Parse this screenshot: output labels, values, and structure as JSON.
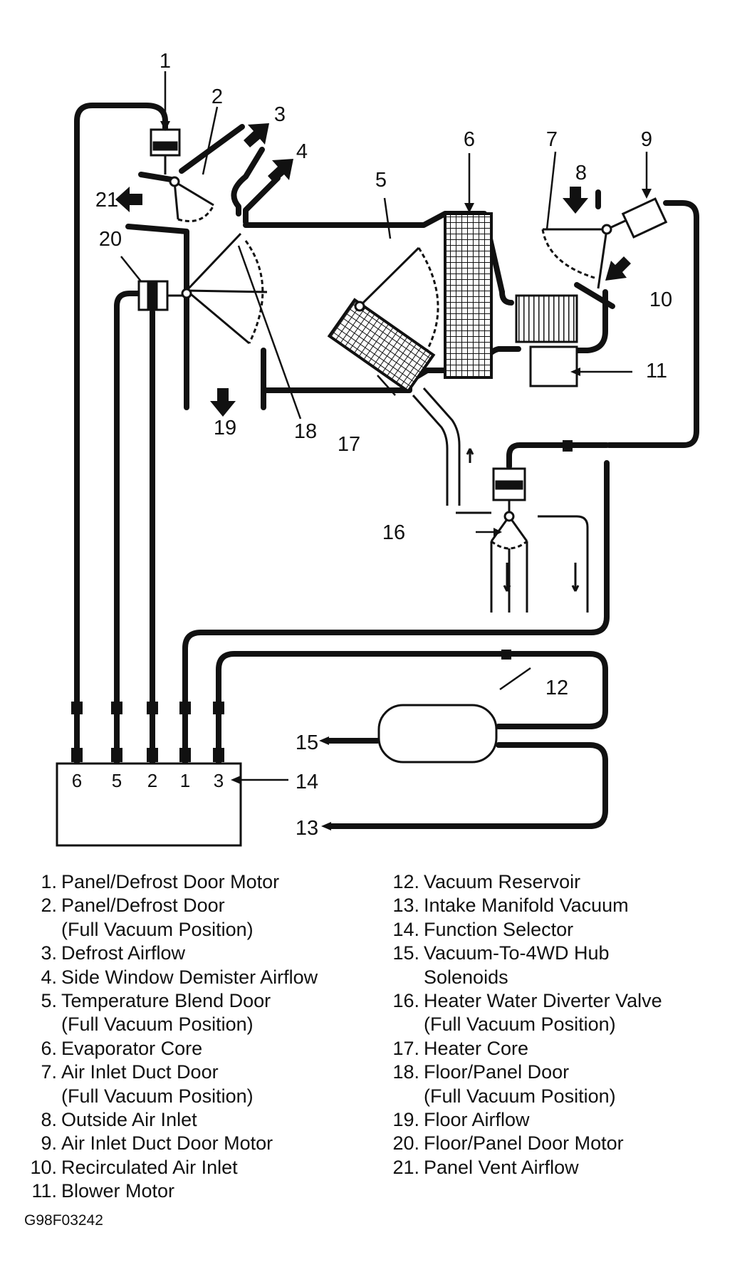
{
  "callouts": [
    "1",
    "2",
    "3",
    "4",
    "5",
    "6",
    "7",
    "8",
    "9",
    "10",
    "11",
    "12",
    "13",
    "14",
    "15",
    "16",
    "17",
    "18",
    "19",
    "20",
    "21"
  ],
  "selector_ports": [
    "6",
    "5",
    "2",
    "1",
    "3"
  ],
  "legend_left": [
    {
      "num": "1.",
      "text": "Panel/Defrost Door Motor",
      "cont": ""
    },
    {
      "num": "2.",
      "text": "Panel/Defrost Door",
      "cont": "(Full Vacuum Position)"
    },
    {
      "num": "3.",
      "text": "Defrost Airflow",
      "cont": ""
    },
    {
      "num": "4.",
      "text": "Side Window Demister Airflow",
      "cont": ""
    },
    {
      "num": "5.",
      "text": "Temperature Blend Door",
      "cont": "(Full Vacuum Position)"
    },
    {
      "num": "6.",
      "text": "Evaporator Core",
      "cont": ""
    },
    {
      "num": "7.",
      "text": "Air Inlet Duct Door",
      "cont": "(Full Vacuum Position)"
    },
    {
      "num": "8.",
      "text": "Outside Air Inlet",
      "cont": ""
    },
    {
      "num": "9.",
      "text": "Air Inlet Duct Door Motor",
      "cont": ""
    },
    {
      "num": "10.",
      "text": "Recirculated Air Inlet",
      "cont": ""
    },
    {
      "num": "11.",
      "text": "Blower Motor",
      "cont": ""
    }
  ],
  "legend_right": [
    {
      "num": "12.",
      "text": "Vacuum Reservoir",
      "cont": ""
    },
    {
      "num": "13.",
      "text": "Intake Manifold Vacuum",
      "cont": ""
    },
    {
      "num": "14.",
      "text": "Function Selector",
      "cont": ""
    },
    {
      "num": "15.",
      "text": "Vacuum-To-4WD Hub",
      "cont": "Solenoids"
    },
    {
      "num": "16.",
      "text": "Heater Water Diverter Valve",
      "cont": "(Full Vacuum Position)"
    },
    {
      "num": "17.",
      "text": "Heater Core",
      "cont": ""
    },
    {
      "num": "18.",
      "text": "Floor/Panel Door",
      "cont": "(Full Vacuum Position)"
    },
    {
      "num": "19.",
      "text": "Floor Airflow",
      "cont": ""
    },
    {
      "num": "20.",
      "text": "Floor/Panel Door Motor",
      "cont": ""
    },
    {
      "num": "21.",
      "text": "Panel Vent Airflow",
      "cont": ""
    }
  ],
  "figure_id": "G98F03242"
}
